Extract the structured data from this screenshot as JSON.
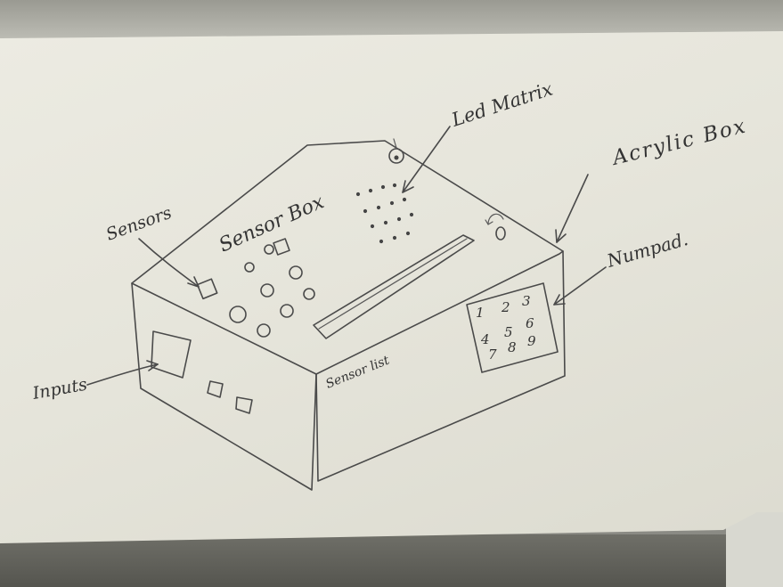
{
  "labels": {
    "led_matrix": "Led Matrix",
    "acrylic_box": "Acrylic Box",
    "sensors": "Sensors",
    "sensor_box": "Sensor Box",
    "numpad": "Numpad.",
    "inputs": "Inputs",
    "sensor_list": "Sensor list"
  },
  "numpad_keys": [
    "1",
    "2",
    "3",
    "4",
    "5",
    "6",
    "7",
    "8",
    "9"
  ],
  "colors": {
    "paper": "#e8e7dd",
    "pencil": "#4a4a4a"
  }
}
